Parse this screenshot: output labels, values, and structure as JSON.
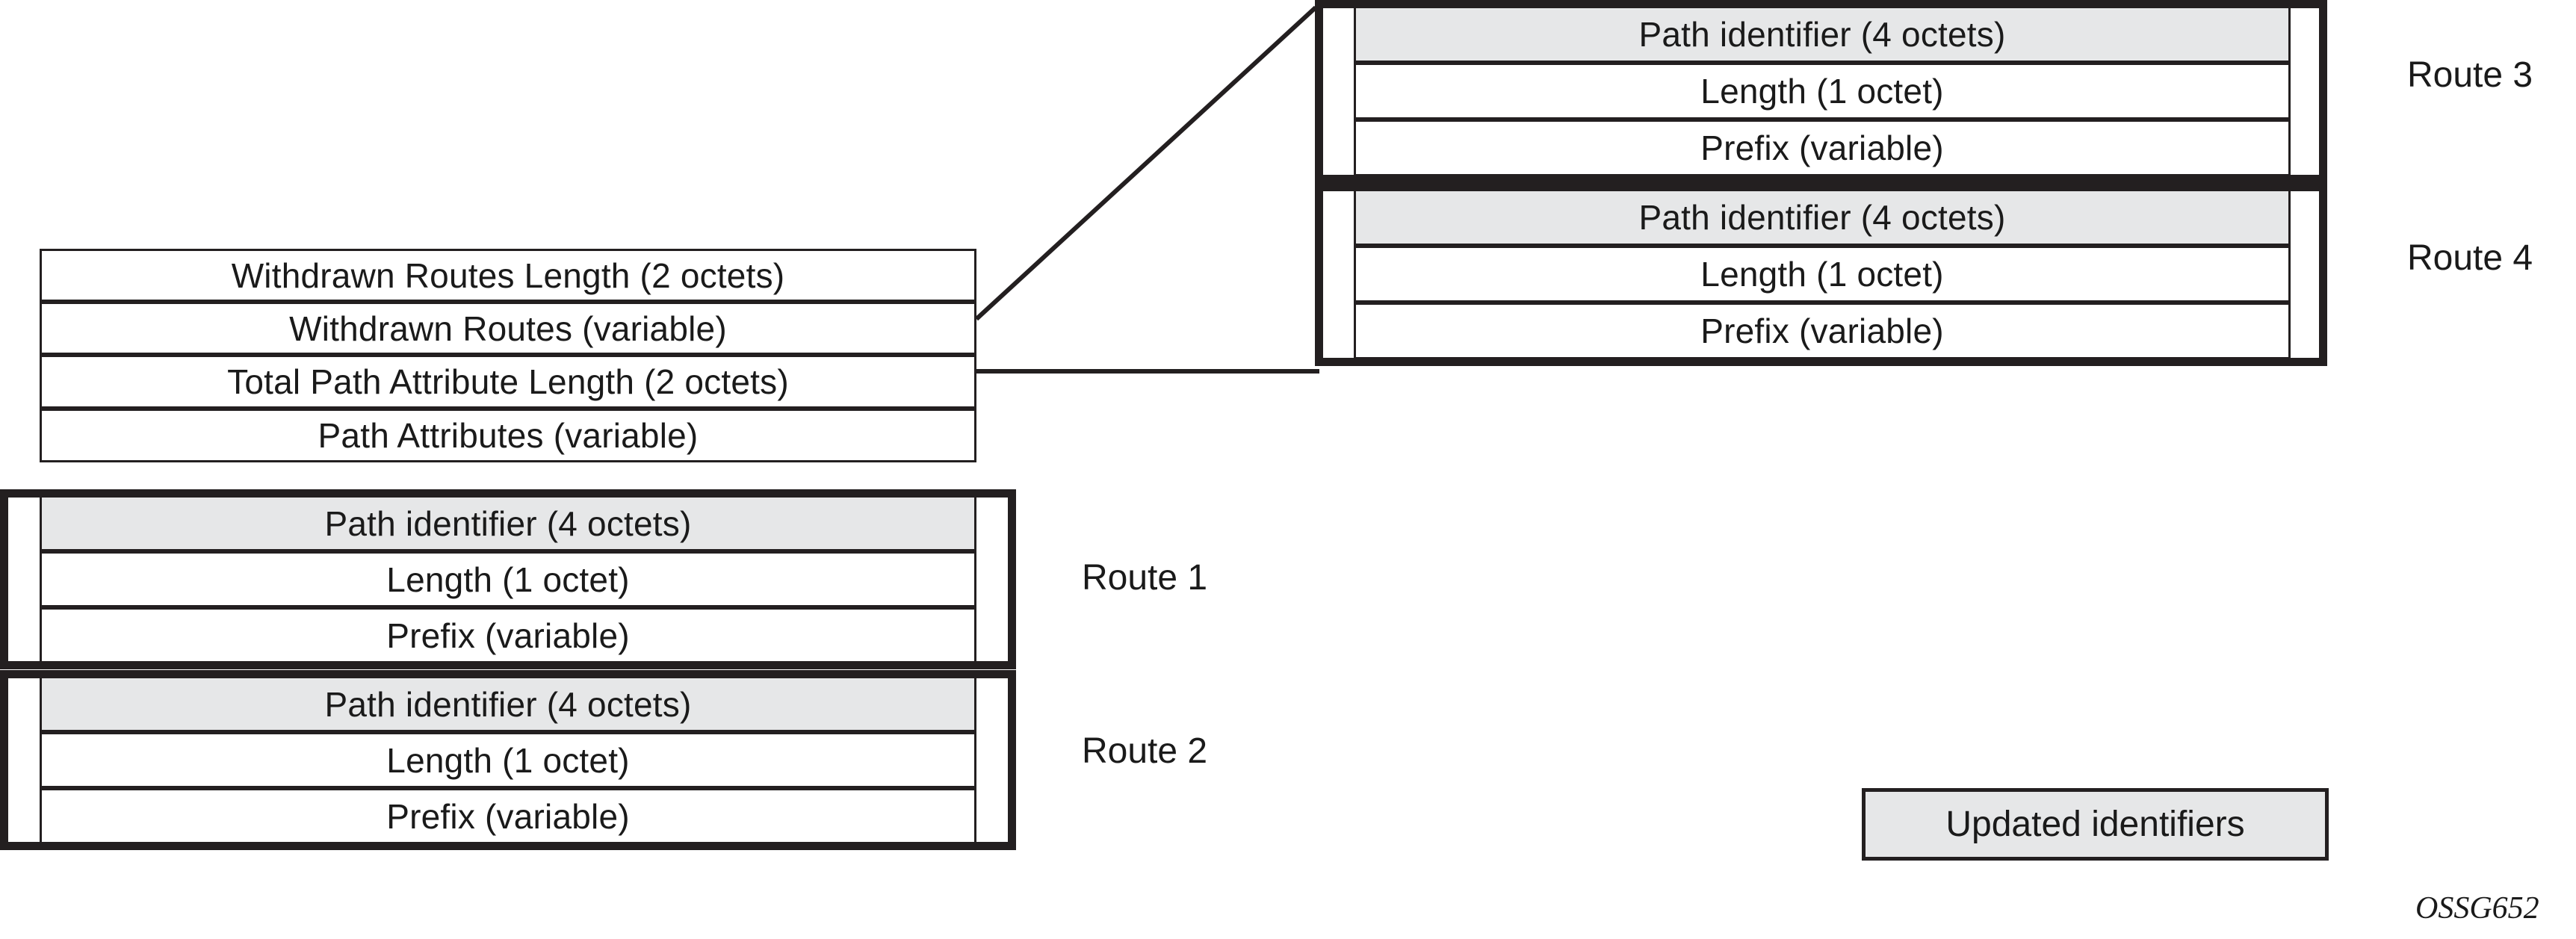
{
  "figure": {
    "id_label": "OSSG652",
    "legend": {
      "swatch_label": "Updated identifiers",
      "swatch_color": "#e6e7e8"
    },
    "colors": {
      "line": "#231f20",
      "shaded_field": "#e6e7e8",
      "plain_field": "#ffffff",
      "text": "#1a1a1a"
    }
  },
  "update_message": {
    "header_fields": [
      {
        "label": "Withdrawn Routes Length (2 octets)",
        "shaded": false
      },
      {
        "label": "Withdrawn Routes (variable)",
        "shaded": false
      },
      {
        "label": "Total Path Attribute Length (2 octets)",
        "shaded": false
      },
      {
        "label": "Path Attributes (variable)",
        "shaded": false
      }
    ],
    "routes": [
      {
        "name": "Route 1",
        "fields": [
          {
            "label": "Path identifier (4 octets)",
            "shaded": true
          },
          {
            "label": "Length (1 octet)",
            "shaded": false
          },
          {
            "label": "Prefix (variable)",
            "shaded": false
          }
        ]
      },
      {
        "name": "Route 2",
        "fields": [
          {
            "label": "Path identifier (4 octets)",
            "shaded": true
          },
          {
            "label": "Length (1 octet)",
            "shaded": false
          },
          {
            "label": "Prefix (variable)",
            "shaded": false
          }
        ]
      }
    ]
  },
  "withdrawn_routes_detail": {
    "routes": [
      {
        "name": "Route 3",
        "fields": [
          {
            "label": "Path identifier (4 octets)",
            "shaded": true
          },
          {
            "label": "Length (1 octet)",
            "shaded": false
          },
          {
            "label": "Prefix (variable)",
            "shaded": false
          }
        ]
      },
      {
        "name": "Route 4",
        "fields": [
          {
            "label": "Path identifier (4 octets)",
            "shaded": true
          },
          {
            "label": "Length (1 octet)",
            "shaded": false
          },
          {
            "label": "Prefix (variable)",
            "shaded": false
          }
        ]
      }
    ]
  }
}
